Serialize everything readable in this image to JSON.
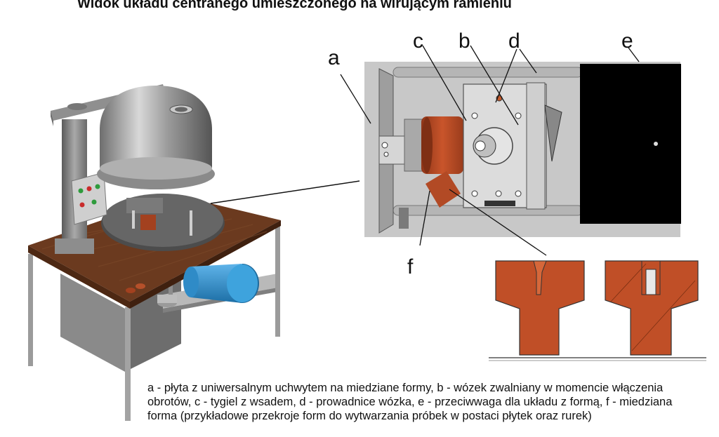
{
  "title": "Widok układu centranego umieszczonego na wirującym ramieniu",
  "labels": {
    "a": "a",
    "b": "b",
    "c": "c",
    "d": "d",
    "e": "e",
    "f": "f"
  },
  "caption": {
    "line1": "a - płyta z uniwersalnym uchwytem na miedziane formy, b - wózek zwalniany w momencie włączenia",
    "line2": "obrotów, c - tygiel z wsadem, d - prowadnice wózka, e - przeciwwaga dla układu z formą, f - miedziana",
    "line3": "forma (przykładowe przekroje form do wytwarzania próbek w postaci płytek oraz rurek)"
  },
  "colors": {
    "copper": "#b34a26",
    "wood": "#6b3a1f",
    "steel": "#9a9a9a",
    "motor": "#2d8fd0",
    "panel": "#c8c8c8",
    "counterweight": "#000000"
  }
}
